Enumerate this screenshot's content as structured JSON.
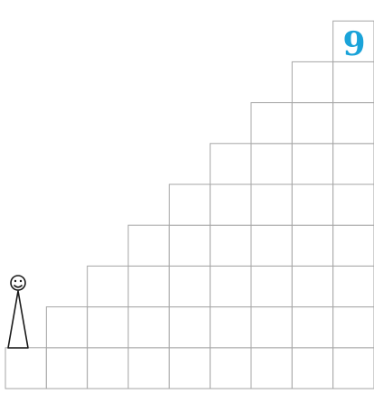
{
  "staircase": {
    "step_count": 9,
    "goal_number": "9",
    "goal_color": "#1aa3d9",
    "line_color": "#a6a6a6"
  },
  "figure": {
    "icon": "stick-figure-smiley"
  }
}
